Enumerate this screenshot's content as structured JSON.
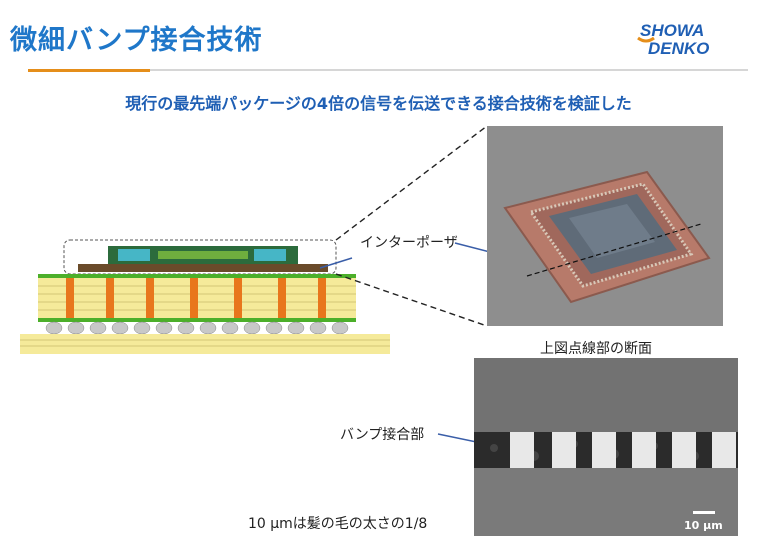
{
  "header": {
    "title": "微細バンプ接合技術",
    "logo_line1": "SHOWA",
    "logo_line2": "DENKO"
  },
  "subtitle": "現行の最先端パッケージの4倍の信号を伝送できる接合技術を検証した",
  "labels": {
    "interposer": "インターポーザ",
    "cross_section_caption": "上図点線部の断面",
    "bump_joint": "バンプ接合部",
    "hair_comparison": "10 μmは髪の毛の太さの1/8",
    "scale_bar": "10 μm"
  },
  "colors": {
    "title_blue": "#1f77c9",
    "subtitle_blue": "#1f5fb4",
    "accent_orange": "#e58e1a",
    "substrate_yellow": "#f5ea9a",
    "via_orange": "#e8761c",
    "board_green": "#4caf2a"
  }
}
